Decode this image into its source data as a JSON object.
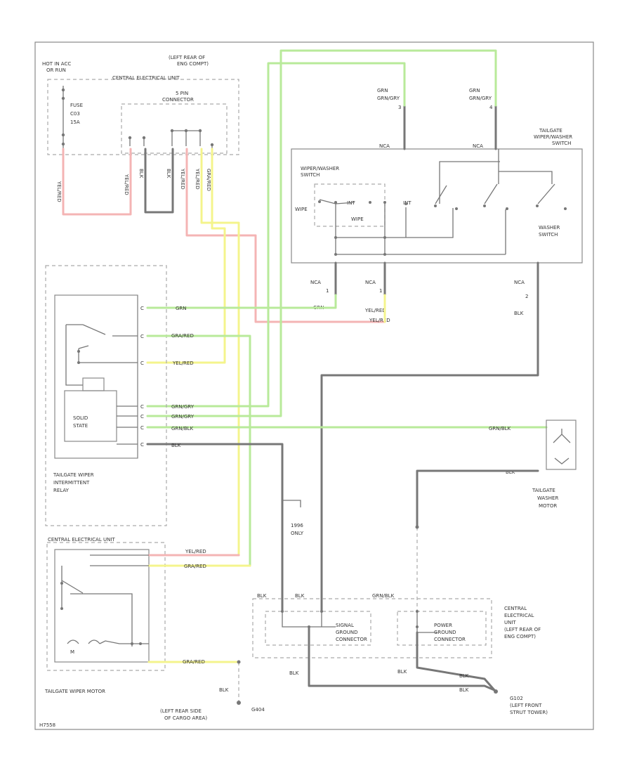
{
  "title_code": "",
  "labels": {
    "hot_in_acc": "HOT IN ACC",
    "or_run": "OR RUN",
    "fuse": "FUSE",
    "fuse_no": "C03",
    "fuse_amp": "15A",
    "rear_comp_1": "(LEFT REAR OF",
    "rear_comp_2": "ENG COMPT)",
    "ceu_top": "CENTRAL ELECTRICAL UNIT",
    "conn_1": "5 PIN",
    "conn_2": "CONNECTOR",
    "switch_title_1": "TAILGATE",
    "switch_title_2": "WIPER/WASHER",
    "switch_title_3": "SWITCH",
    "wiper_washer_1": "WIPER/WASHER",
    "wiper_washer_2": "SWITCH",
    "wipe": "WIPE",
    "int": "INT",
    "wipe2": "WIPE",
    "int2": "INT",
    "washer_1": "WASHER",
    "washer_2": "SWITCH",
    "nca": "NCA",
    "relay_1": "TAILGATE WIPER",
    "relay_2": "INTERMITTENT",
    "relay_3": "RELAY",
    "solid_state_1": "SOLID",
    "solid_state_2": "STATE",
    "washer_motor_1": "TAILGATE",
    "washer_motor_2": "WASHER",
    "washer_motor_3": "MOTOR",
    "only_1": "1996",
    "only_2": "ONLY",
    "ceu_bot": "CENTRAL ELECTRICAL UNIT",
    "wiper_motor": "TAILGATE WIPER MOTOR",
    "signal_gnd_1": "SIGNAL",
    "signal_gnd_2": "GROUND",
    "signal_gnd_3": "CONNECTOR",
    "power_gnd_1": "POWER",
    "power_gnd_2": "GROUND",
    "power_gnd_3": "CONNECTOR",
    "ceu_right_1": "CENTRAL",
    "ceu_right_2": "ELECTRICAL",
    "ceu_right_3": "UNIT",
    "ceu_right_4": "(LEFT REAR OF",
    "ceu_right_5": "ENG COMPT)",
    "g102_1": "G102",
    "g102_2": "(LEFT FRONT",
    "g102_3": "STRUT TOWER)",
    "cargo_1": "(LEFT REAR SIDE",
    "cargo_2": "OF CARGO AREA)",
    "g404": "G404",
    "code": "H7558"
  },
  "wires": {
    "yel": "YEL/RED",
    "blk": "BLK",
    "gra_red": "GRA/RED",
    "grn": "GRN",
    "grn_gry": "GRN/GRY",
    "grn_blk": "GRN/BLK",
    "yel_red": "YEL/RED"
  },
  "pins": {
    "one": "1",
    "two": "2",
    "three": "3",
    "four": "4"
  },
  "colors": {
    "black_wire": "#777777",
    "green_wire": "#b8ea9a",
    "red_wire": "#f4b4b4",
    "yellow_wire": "#f4f48c"
  }
}
